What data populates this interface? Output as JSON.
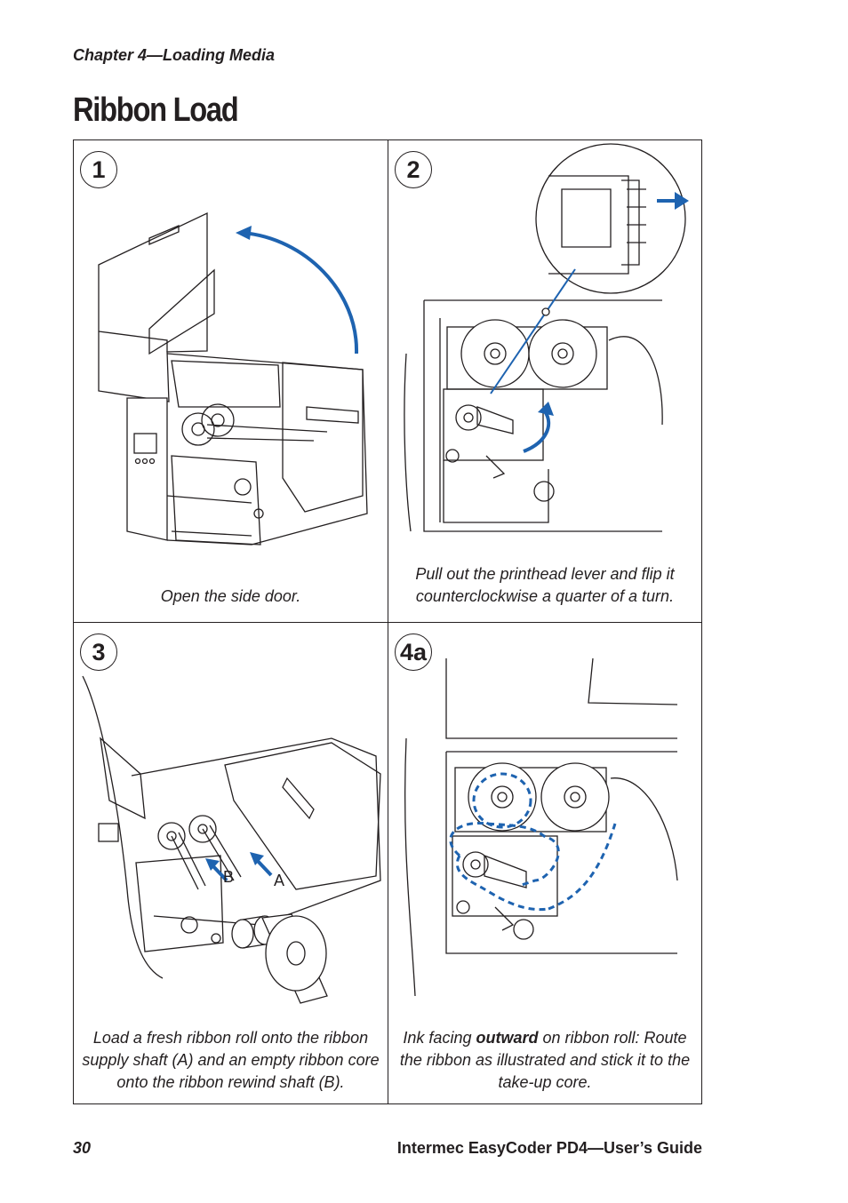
{
  "header": {
    "chapter": "Chapter 4—Loading Media"
  },
  "title": "Ribbon Load",
  "accent_color": "#1e63b0",
  "steps": [
    {
      "number": "1",
      "caption": "Open the side door."
    },
    {
      "number": "2",
      "caption": "Pull out the printhead lever and flip it counterclockwise a quarter of a turn."
    },
    {
      "number": "3",
      "caption": "Load a fresh ribbon roll onto the ribbon supply shaft (A) and an empty ribbon core onto the ribbon rewind shaft (B).",
      "label_a": "A",
      "label_b": "B"
    },
    {
      "number": "4a",
      "caption_prefix": "Ink facing ",
      "caption_bold": "outward",
      "caption_suffix": " on ribbon roll: Route the ribbon as illustrated and stick it to the take-up core."
    }
  ],
  "footer": {
    "page_number": "30",
    "guide_title": "Intermec EasyCoder PD4—User’s Guide"
  }
}
